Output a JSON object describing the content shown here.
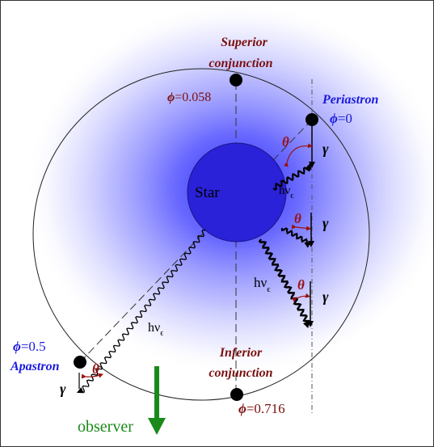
{
  "diagram": {
    "star_label": "Star",
    "superior": {
      "line1": "Superior",
      "line2": "conjunction",
      "phase": "=0.058"
    },
    "inferior": {
      "line1": "Inferior",
      "line2": "conjunction",
      "phase": "=0.716"
    },
    "periastron": {
      "name": "Periastron",
      "phase": "=0"
    },
    "apastron": {
      "name": "Apastron",
      "phase": "=0.5"
    },
    "phi_symbol": "ϕ",
    "theta_symbol": "θ",
    "gamma_symbol": "γ",
    "photon": {
      "h_nu": "hν",
      "epsilon": "ϵ"
    },
    "observer_label": "observer",
    "colors": {
      "halo": "#1a1aff",
      "star_fill": "#2a22d8",
      "conjunction_text": "#7a1010",
      "apsis_text": "#1a1adf",
      "angle_arrow": "#9a1010",
      "observer": "#1a8a1a"
    }
  }
}
